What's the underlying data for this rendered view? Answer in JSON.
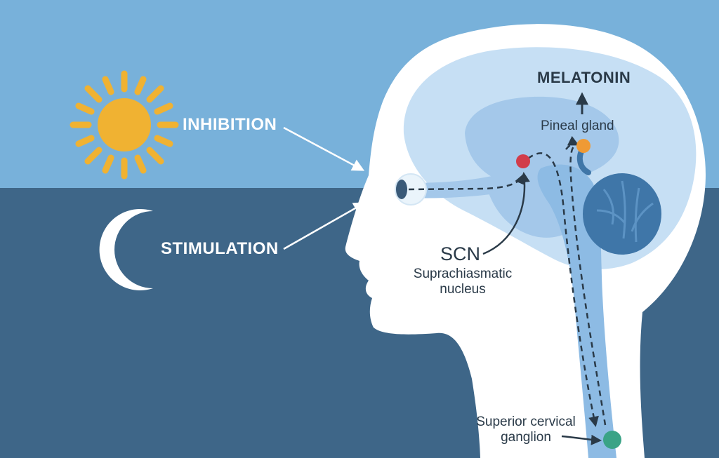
{
  "labels": {
    "inhibition": "INHIBITION",
    "stimulation": "STIMULATION",
    "melatonin": "MELATONIN",
    "pineal": "Pineal gland",
    "scn": "SCN",
    "scn_full_line1": "Suprachiasmatic",
    "scn_full_line2": "nucleus",
    "scg_line1": "Superior cervical",
    "scg_line2": "ganglion"
  },
  "icons": {
    "day": "sun-icon",
    "night": "moon-icon"
  },
  "colors": {
    "sky_day": "#78b1da",
    "sky_night": "#3e6688",
    "head": "#ffffff",
    "brain": "#c6dff4",
    "brain_region": "#a4c8ea",
    "stem": "#8dbbe4",
    "cerebellum": "#3f76a8",
    "sun": "#f0b232",
    "scn_dot": "#d23c4a",
    "pineal_dot": "#ef9a35",
    "ganglion_dot": "#3aa386",
    "text_dark": "#2a3a48"
  }
}
